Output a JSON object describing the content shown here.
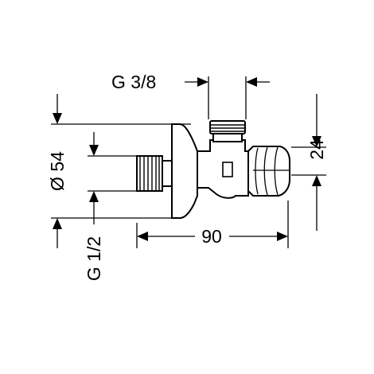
{
  "drawing": {
    "labels": {
      "g38": "G 3/8",
      "diameter": "Ø 54",
      "dim24": "24",
      "g12": "G 1/2",
      "dim90": "90"
    }
  }
}
